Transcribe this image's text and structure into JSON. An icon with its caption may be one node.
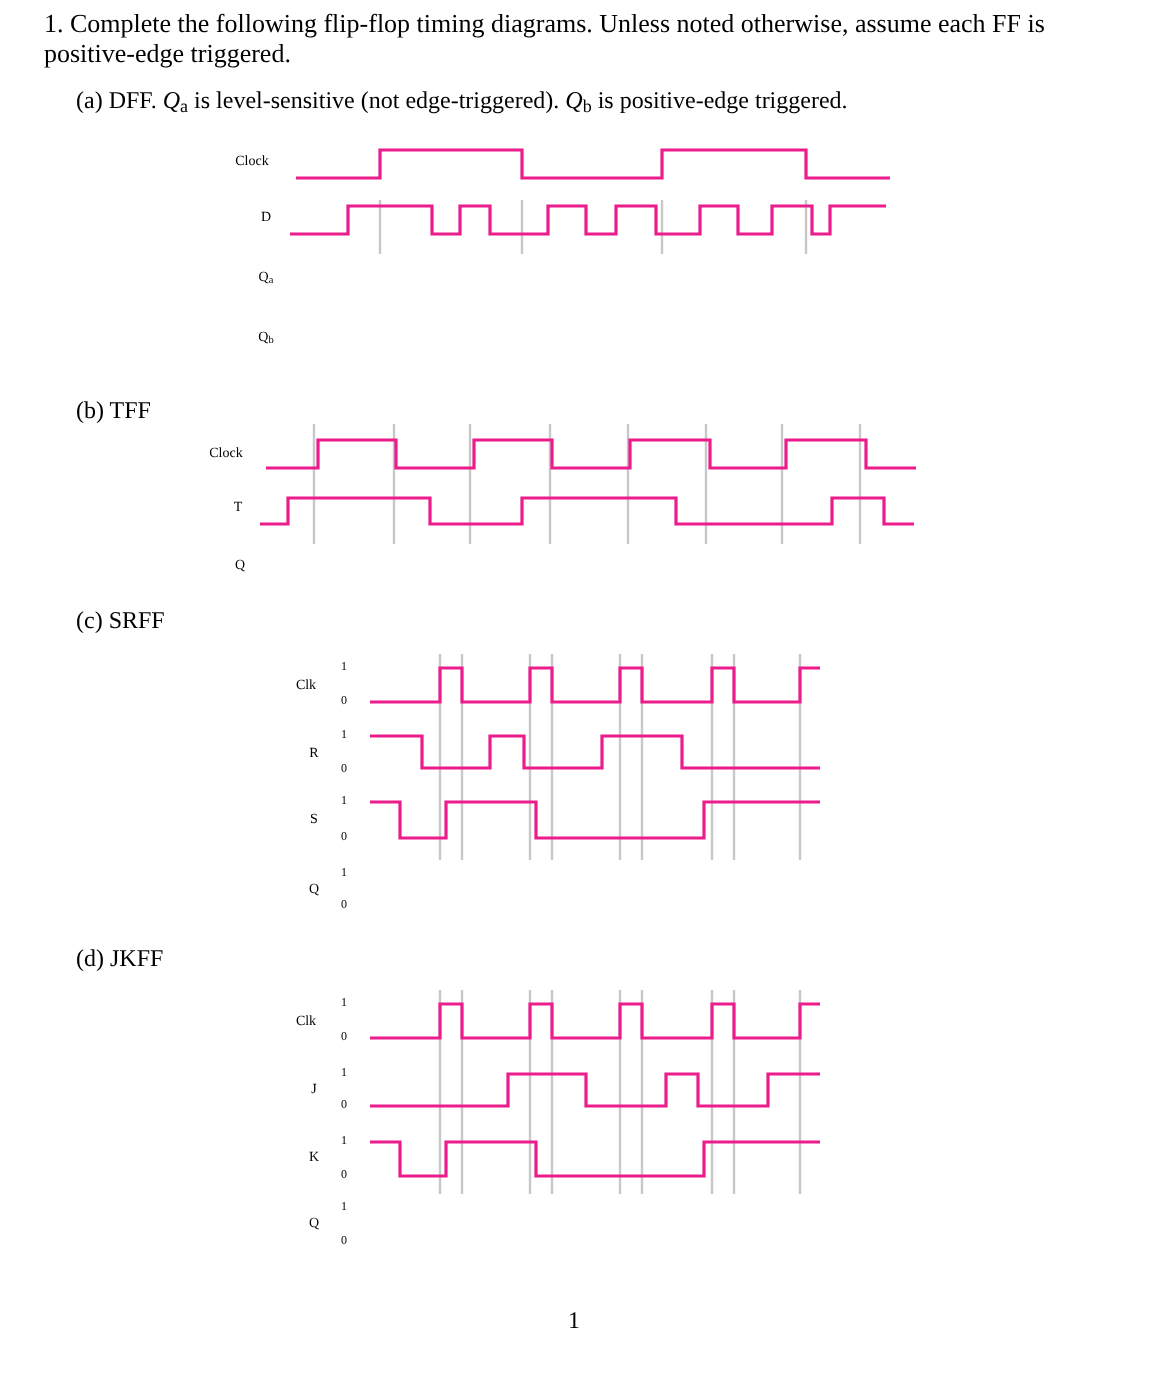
{
  "diagram": {
    "title": "1. Complete the following flip-flop timing diagrams. Unless noted otherwise, assume each FF is positive-edge triggered.",
    "labels": [
      "(a) DFF. *Q*$_{a}$ is level-sensitive (not edge-triggered). *Q*$_{b}$ is positive-edge triggered.",
      "Clock",
      "D",
      "Q$_{a}$",
      "Q$_{b}$",
      "(b) TFF",
      "Clock",
      "T",
      "Q",
      "(c) SRFF",
      "Clk",
      "1",
      "0",
      "R",
      "1",
      "0",
      "S",
      "1",
      "0",
      "Q",
      "1",
      "0",
      "(d) JKFF",
      "Clk",
      "1",
      "0",
      "J",
      "1",
      "0",
      "K",
      "1",
      "0",
      "Q",
      "1",
      "0",
      "1"
    ]
  }
}
